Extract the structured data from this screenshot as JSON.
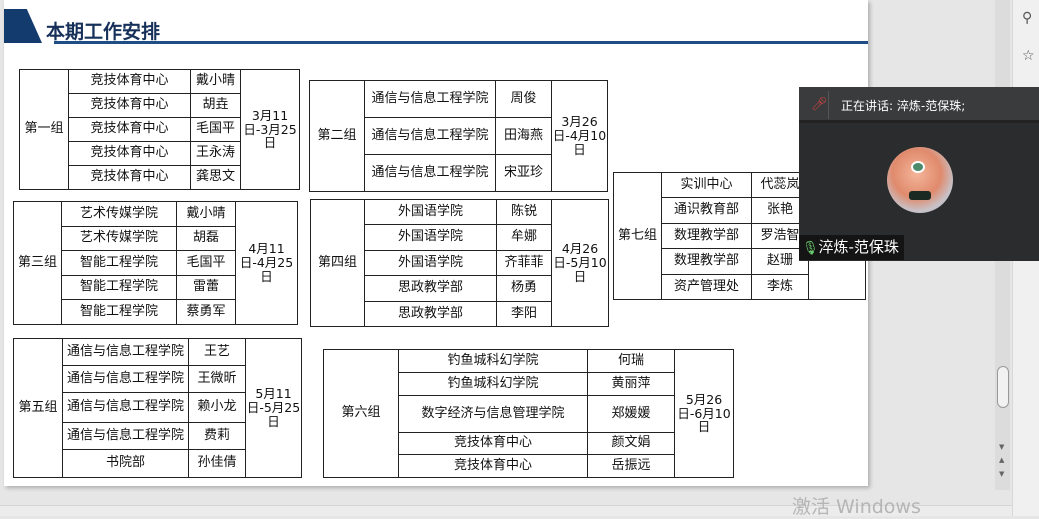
{
  "title": "本期工作安排",
  "groups": [
    {
      "label": "第一组",
      "date": "3月11日-3月25日",
      "rows": [
        {
          "dept": "竞技体育中心",
          "name": "戴小晴"
        },
        {
          "dept": "竞技体育中心",
          "name": "胡垚"
        },
        {
          "dept": "竞技体育中心",
          "name": "毛国平"
        },
        {
          "dept": "竞技体育中心",
          "name": "王永涛"
        },
        {
          "dept": "竞技体育中心",
          "name": "龚思文"
        }
      ]
    },
    {
      "label": "第二组",
      "date": "3月26日-4月10日",
      "rows": [
        {
          "dept": "通信与信息工程学院",
          "name": "周俊"
        },
        {
          "dept": "通信与信息工程学院",
          "name": "田海燕"
        },
        {
          "dept": "通信与信息工程学院",
          "name": "宋亚珍"
        }
      ]
    },
    {
      "label": "第三组",
      "date": "4月11日-4月25日",
      "rows": [
        {
          "dept": "艺术传媒学院",
          "name": "戴小晴"
        },
        {
          "dept": "艺术传媒学院",
          "name": "胡磊"
        },
        {
          "dept": "智能工程学院",
          "name": "毛国平"
        },
        {
          "dept": "智能工程学院",
          "name": "雷蕾"
        },
        {
          "dept": "智能工程学院",
          "name": "蔡勇军"
        }
      ]
    },
    {
      "label": "第四组",
      "date": "4月26日-5月10日",
      "rows": [
        {
          "dept": "外国语学院",
          "name": "陈锐"
        },
        {
          "dept": "外国语学院",
          "name": "牟娜"
        },
        {
          "dept": "外国语学院",
          "name": "齐菲菲"
        },
        {
          "dept": "思政教学部",
          "name": "杨勇"
        },
        {
          "dept": "思政教学部",
          "name": "李阳"
        }
      ]
    },
    {
      "label": "第七组",
      "date": "",
      "rows": [
        {
          "dept": "实训中心",
          "name": "代蕊岚"
        },
        {
          "dept": "通识教育部",
          "name": "张艳"
        },
        {
          "dept": "数理教学部",
          "name": "罗浩智"
        },
        {
          "dept": "数理教学部",
          "name": "赵珊"
        },
        {
          "dept": "资产管理处",
          "name": "李炼"
        }
      ]
    },
    {
      "label": "第五组",
      "date": "5月11日-5月25日",
      "rows": [
        {
          "dept": "通信与信息工程学院",
          "name": "王艺"
        },
        {
          "dept": "通信与信息工程学院",
          "name": "王微昕"
        },
        {
          "dept": "通信与信息工程学院",
          "name": "赖小龙"
        },
        {
          "dept": "通信与信息工程学院",
          "name": "费莉"
        },
        {
          "dept": "书院部",
          "name": "孙佳倩"
        }
      ]
    },
    {
      "label": "第六组",
      "date": "5月26日-6月10日",
      "rows": [
        {
          "dept": "钓鱼城科幻学院",
          "name": "何瑞"
        },
        {
          "dept": "钓鱼城科幻学院",
          "name": "黄丽萍"
        },
        {
          "dept": "数字经济与信息管理学院",
          "name": "郑媛媛"
        },
        {
          "dept": "竞技体育中心",
          "name": "颜文娟"
        },
        {
          "dept": "竞技体育中心",
          "name": "岳振远"
        }
      ]
    }
  ],
  "meeting": {
    "speaking": "正在讲话: 淬炼-范保珠;",
    "participant": "淬炼-范保珠"
  },
  "watermark": "激活 Windows"
}
